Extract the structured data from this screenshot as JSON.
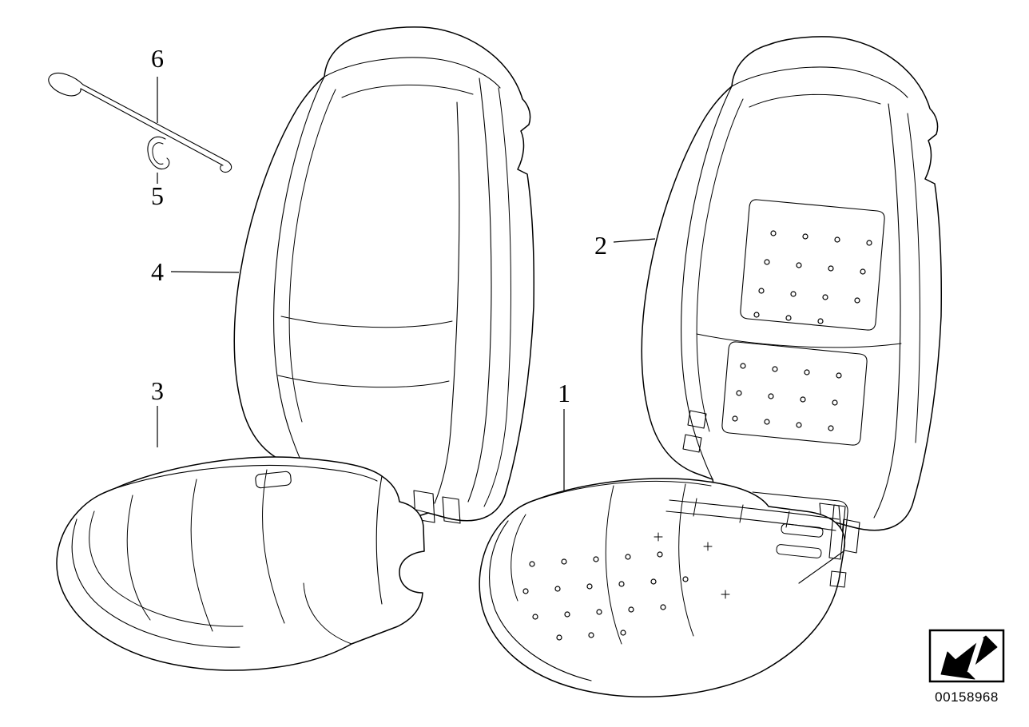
{
  "callouts": {
    "c1": "1",
    "c2": "2",
    "c3": "3",
    "c4": "4",
    "c5": "5",
    "c6": "6"
  },
  "footer": {
    "part_number": "00158968"
  },
  "colors": {
    "line": "#000000",
    "background": "#ffffff"
  }
}
